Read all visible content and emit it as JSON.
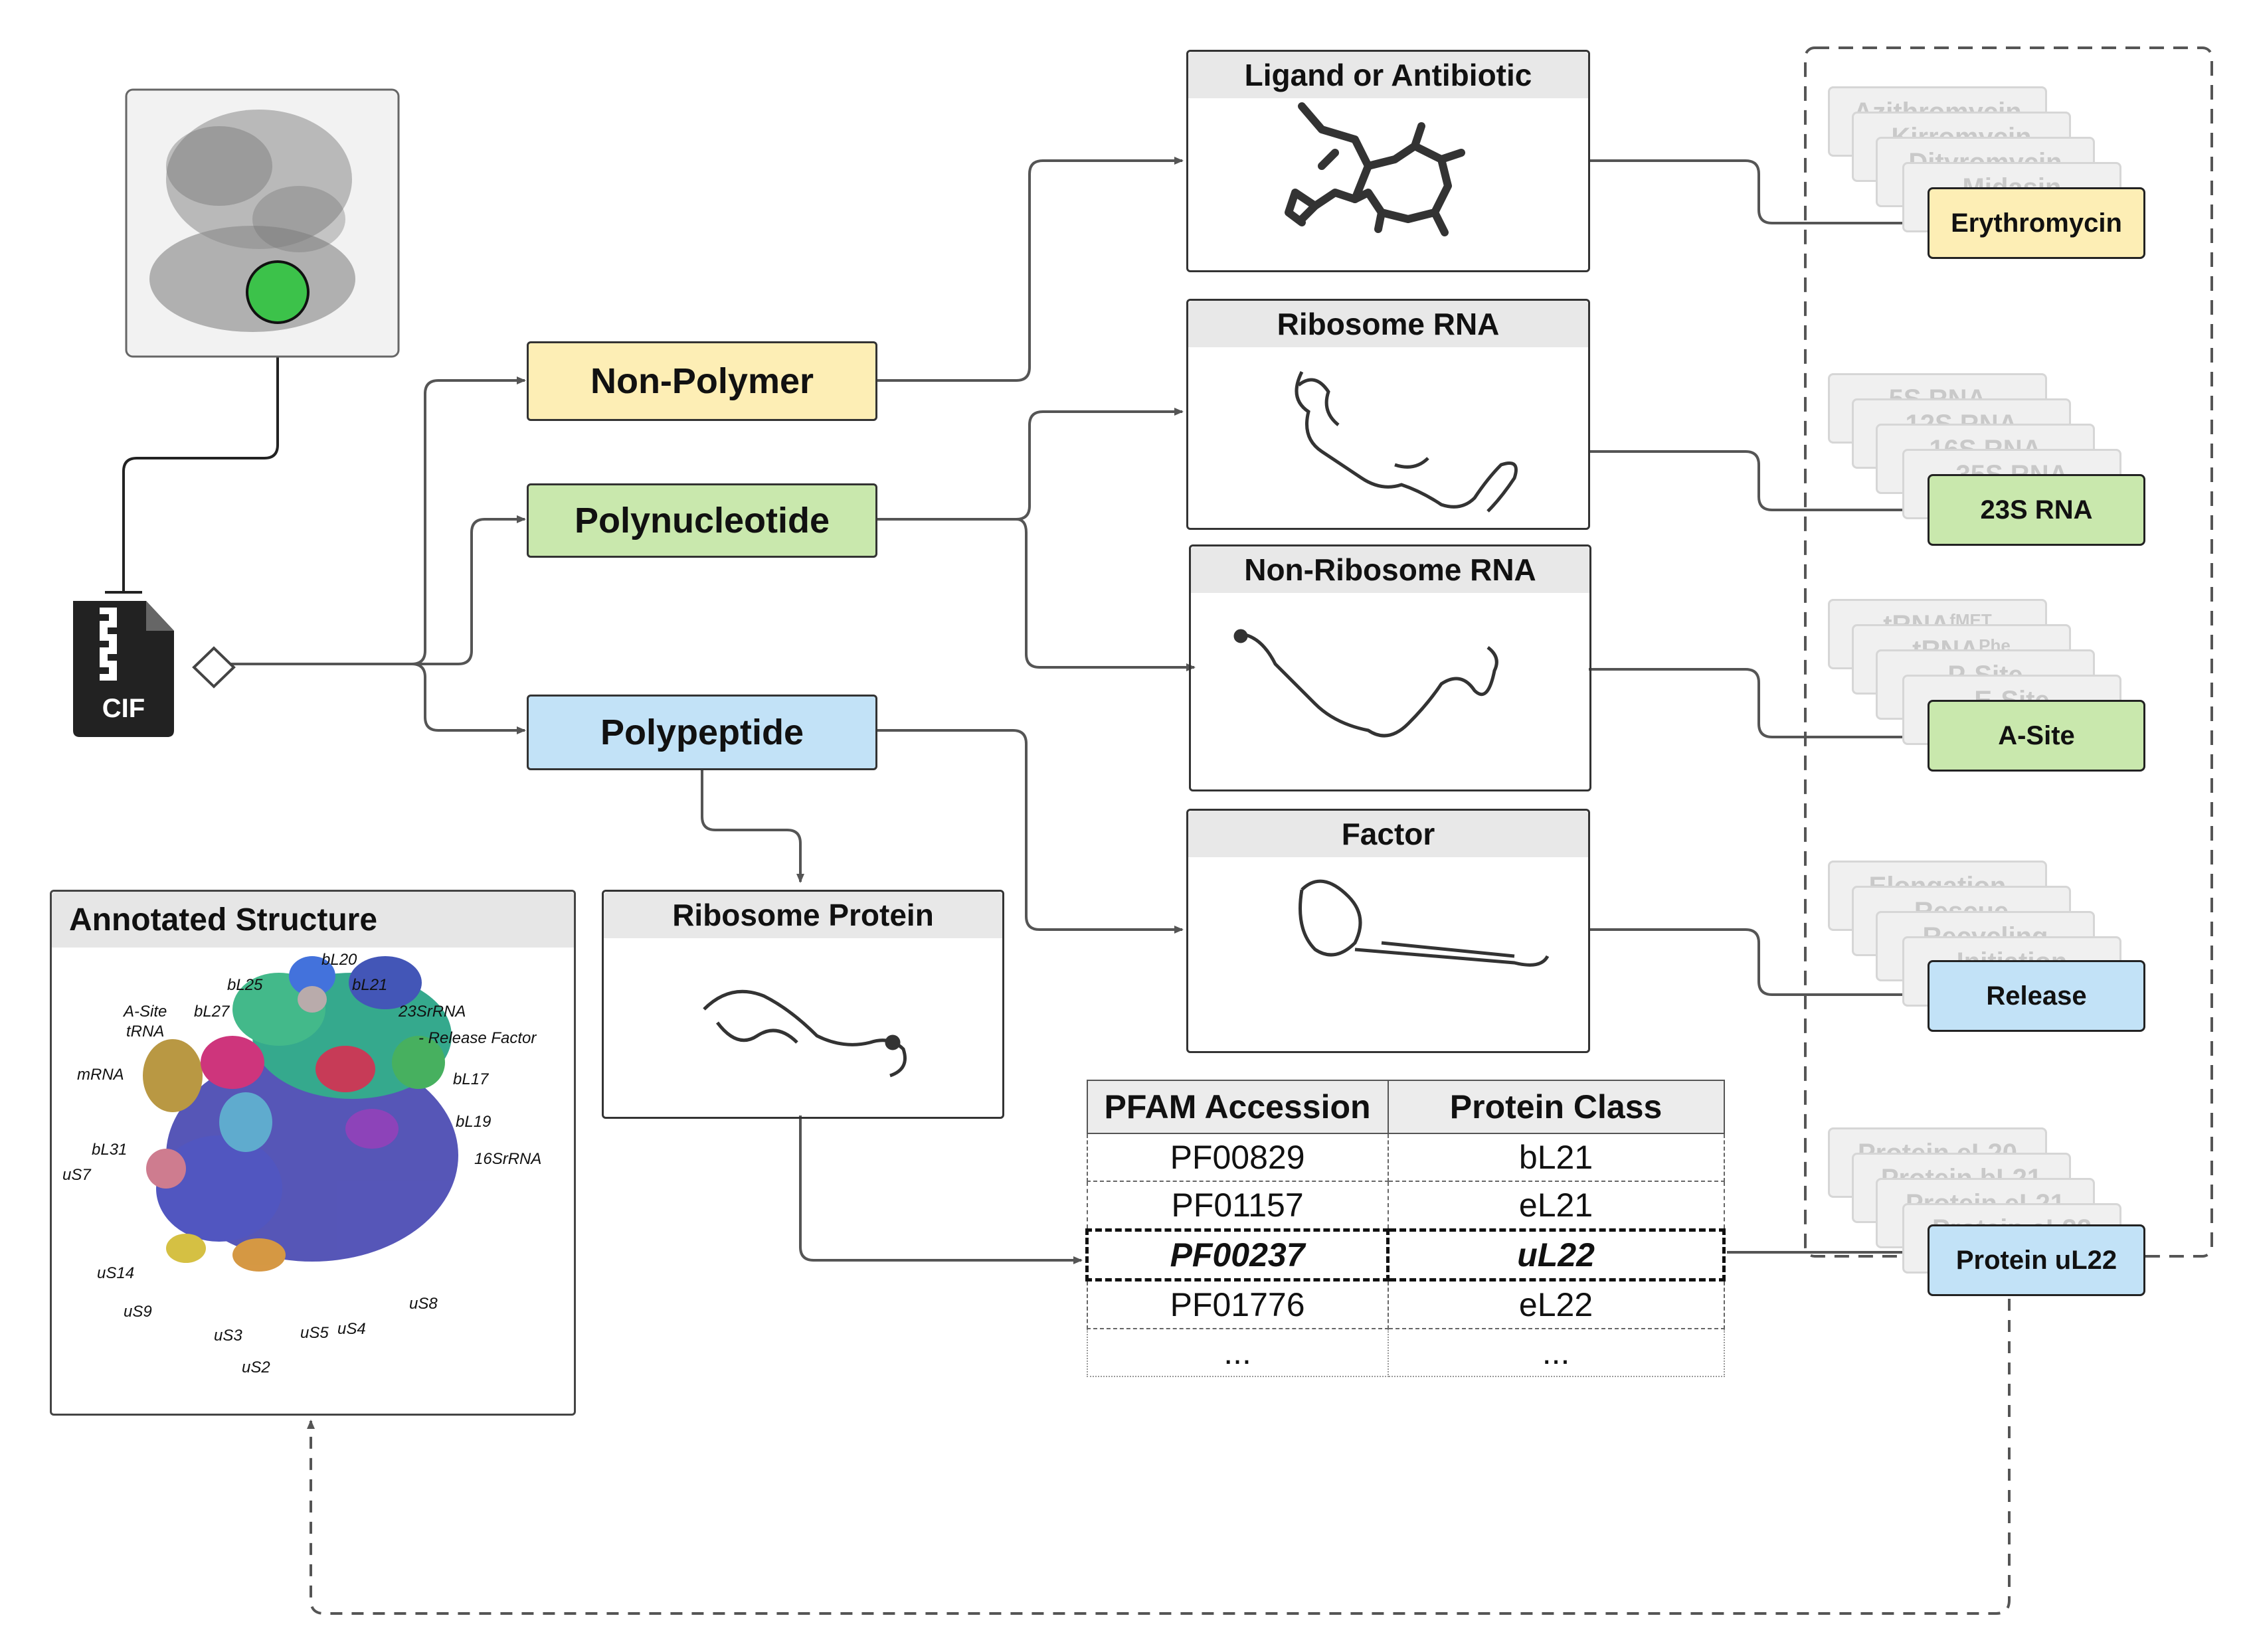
{
  "categories": {
    "non_polymer": "Non-Polymer",
    "polynucleotide": "Polynucleotide",
    "polypeptide": "Polypeptide"
  },
  "cif_label": "CIF",
  "panels": {
    "ligand": "Ligand or Antibiotic",
    "rrna": "Ribosome RNA",
    "nonrrna": "Non-Ribosome RNA",
    "factor": "Factor",
    "protein": "Ribosome Protein",
    "annotated": "Annotated Structure"
  },
  "table": {
    "headers": [
      "PFAM Accession",
      "Protein Class"
    ],
    "rows": [
      [
        "PF00829",
        "bL21"
      ],
      [
        "PF01157",
        "eL21"
      ],
      [
        "PF00237",
        "uL22"
      ],
      [
        "PF01776",
        "eL22"
      ],
      [
        "...",
        "..."
      ]
    ]
  },
  "stacks": {
    "ligand": {
      "ghosts": [
        "Azithromycin",
        "Kirromycin",
        "Dityromycin",
        "Midasin"
      ],
      "front": "Erythromycin"
    },
    "rrna": {
      "ghosts": [
        "5S RNA",
        "12S RNA",
        "16S RNA",
        "35S RNA"
      ],
      "front": "23S RNA"
    },
    "trna": {
      "ghost1": "tRNA",
      "ghost1_sub": "fMET",
      "ghost2": "tRNA",
      "ghost2_sub": "Phe",
      "ghosts": [
        "P-Site",
        "E-Site"
      ],
      "front": "A-Site"
    },
    "factor": {
      "ghosts": [
        "Elongation",
        "Rescue",
        "Recycling",
        "Initiation"
      ],
      "front": "Release"
    },
    "protein": {
      "ghosts": [
        "Protein eL20",
        "Protein bL21",
        "Protein eL21",
        "Protein eL22"
      ],
      "front": "Protein uL22"
    }
  },
  "structure_labels": {
    "bL20": "bL20",
    "bL25": "bL25",
    "bL21": "bL21",
    "bL27": "bL27",
    "asite": "A-Site",
    "trna": "tRNA",
    "rrna23": "23SrRNA",
    "release": "- Release Factor",
    "mrna": "mRNA",
    "bL17": "bL17",
    "bL19": "bL19",
    "bL31": "bL31",
    "uS7": "uS7",
    "rrna16": "16SrRNA",
    "uS14": "uS14",
    "uS9": "uS9",
    "uS3": "uS3",
    "uS5": "uS5",
    "uS4": "uS4",
    "uS8": "uS8",
    "uS2": "uS2"
  },
  "colors": {
    "non_polymer": "#fdeeb5",
    "polynucleotide": "#c9e8ad",
    "polypeptide": "#c2e2f7"
  }
}
